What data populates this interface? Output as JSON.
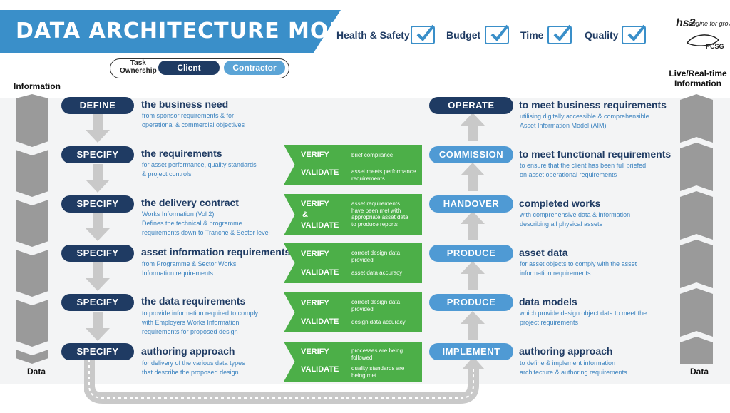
{
  "header": {
    "title": "DATA ARCHITECTURE MODEL",
    "checks": [
      {
        "label": "Health & Safety"
      },
      {
        "label": "Budget"
      },
      {
        "label": "Time"
      },
      {
        "label": "Quality"
      }
    ],
    "logo": {
      "mark": "hs2",
      "tagline": "engine for growth",
      "sub": "PCSG"
    }
  },
  "ownership": {
    "label_line1": "Task",
    "label_line2": "Ownership",
    "client": "Client",
    "contractor": "Contractor"
  },
  "side_labels": {
    "left_top": "Information",
    "left_bottom": "Data",
    "right_top_line1": "Live/Real-time",
    "right_top_line2": "Information",
    "right_bottom": "Data"
  },
  "left_steps": [
    {
      "label": "DEFINE",
      "heading": "the business need",
      "lines": [
        "from sponsor requirements & for",
        "operational & commercial objectives"
      ]
    },
    {
      "label": "SPECIFY",
      "heading": "the requirements",
      "lines": [
        "for asset performance, quality standards",
        "& project controls"
      ]
    },
    {
      "label": "SPECIFY",
      "heading": "the delivery contract",
      "lines": [
        "Works Information (Vol 2)",
        "Defines the technical & programme",
        "requirements down to Tranche & Sector level"
      ]
    },
    {
      "label": "SPECIFY",
      "heading": "asset information requirements",
      "lines": [
        "from Programme & Sector Works",
        "Information requirements"
      ]
    },
    {
      "label": "SPECIFY",
      "heading": "the data requirements",
      "lines": [
        "to provide information required to comply",
        "with Employers Works Information",
        "requirements for proposed design"
      ]
    },
    {
      "label": "SPECIFY",
      "heading": "authoring approach",
      "lines": [
        "for delivery of the various data types",
        "that describe the proposed design"
      ]
    }
  ],
  "verify_boxes": [
    {
      "verify": "VERIFY",
      "verify_text": [
        "brief compliance"
      ],
      "validate": "VALIDATE",
      "validate_text": [
        "asset meets performance",
        "requirements"
      ]
    },
    {
      "verify": "VERIFY",
      "amp": "&",
      "validate": "VALIDATE",
      "text": [
        "asset requirements",
        "have been met with",
        "appropriate asset data",
        "to produce reports"
      ]
    },
    {
      "verify": "VERIFY",
      "verify_text": [
        "correct design data",
        "provided"
      ],
      "validate": "VALIDATE",
      "validate_text": [
        "asset data accuracy"
      ]
    },
    {
      "verify": "VERIFY",
      "verify_text": [
        "correct design data",
        "provided"
      ],
      "validate": "VALIDATE",
      "validate_text": [
        "design data accuracy"
      ]
    },
    {
      "verify": "VERIFY",
      "verify_text": [
        "processes are being",
        "followed"
      ],
      "validate": "VALIDATE",
      "validate_text": [
        "quality standards are",
        "being met"
      ]
    }
  ],
  "right_steps": [
    {
      "label": "OPERATE",
      "heading": "to meet business requirements",
      "lines": [
        "utilising digitally accessible & comprehensible",
        "Asset Information Model (AIM)"
      ]
    },
    {
      "label": "COMMISSION",
      "heading": "to meet functional requirements",
      "lines": [
        "to ensure that the client has been full briefed",
        "on asset operational requirements"
      ]
    },
    {
      "label": "HANDOVER",
      "heading": "completed works",
      "lines": [
        "with comprehensive data & information",
        "describing all physical assets"
      ]
    },
    {
      "label": "PRODUCE",
      "heading": "asset data",
      "lines": [
        "for asset objects to comply with the asset",
        "information requirements"
      ]
    },
    {
      "label": "PRODUCE",
      "heading": "data models",
      "lines": [
        "which provide design object data to meet the",
        "project requirements"
      ]
    },
    {
      "label": "IMPLEMENT",
      "heading": "authoring approach",
      "lines": [
        "to define & implement information",
        "architecture & authoring requirements"
      ]
    }
  ],
  "colors": {
    "client": "#1f3b63",
    "contractor": "#4f9ad4",
    "verify": "#4caf48",
    "title_bar": "#3a8fc9",
    "arrow": "#c9c9c9"
  }
}
